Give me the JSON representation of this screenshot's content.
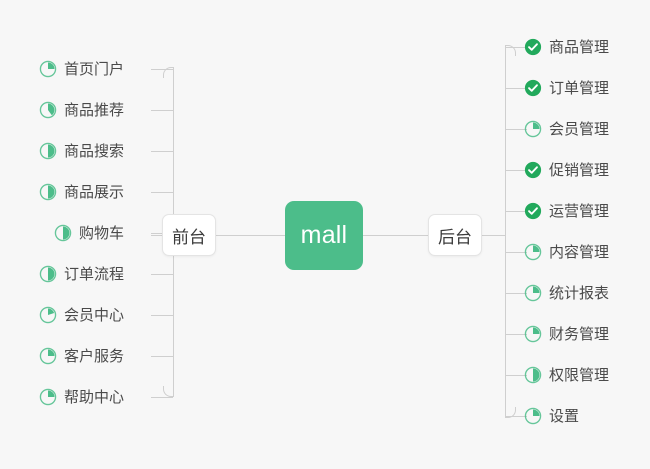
{
  "diagram": {
    "type": "mindmap",
    "title": "mall",
    "background_color": "#f7f7f7",
    "accent_color": "#4cbd8a",
    "line_color": "#cfcfcf",
    "text_color": "#4a4a4a"
  },
  "root": {
    "label": "mall"
  },
  "branches": [
    {
      "id": "front",
      "label": "前台",
      "side": "left",
      "items": [
        {
          "label": "首页门户",
          "status": "progress",
          "percent": 25
        },
        {
          "label": "商品推荐",
          "status": "progress",
          "percent": 40
        },
        {
          "label": "商品搜索",
          "status": "progress",
          "percent": 50
        },
        {
          "label": "商品展示",
          "status": "progress",
          "percent": 50
        },
        {
          "label": "购物车",
          "status": "progress",
          "percent": 50
        },
        {
          "label": "订单流程",
          "status": "progress",
          "percent": 50
        },
        {
          "label": "会员中心",
          "status": "progress",
          "percent": 20
        },
        {
          "label": "客户服务",
          "status": "progress",
          "percent": 25
        },
        {
          "label": "帮助中心",
          "status": "progress",
          "percent": 25
        }
      ]
    },
    {
      "id": "back",
      "label": "后台",
      "side": "right",
      "items": [
        {
          "label": "商品管理",
          "status": "done",
          "percent": 100
        },
        {
          "label": "订单管理",
          "status": "done",
          "percent": 100
        },
        {
          "label": "会员管理",
          "status": "progress",
          "percent": 25
        },
        {
          "label": "促销管理",
          "status": "done",
          "percent": 100
        },
        {
          "label": "运营管理",
          "status": "done",
          "percent": 100
        },
        {
          "label": "内容管理",
          "status": "progress",
          "percent": 25
        },
        {
          "label": "统计报表",
          "status": "progress",
          "percent": 25
        },
        {
          "label": "财务管理",
          "status": "progress",
          "percent": 25
        },
        {
          "label": "权限管理",
          "status": "progress",
          "percent": 50
        },
        {
          "label": "设置",
          "status": "progress",
          "percent": 25
        }
      ]
    }
  ],
  "icons": {
    "progress_name": "pie-progress-icon",
    "done_name": "check-circle-icon"
  }
}
